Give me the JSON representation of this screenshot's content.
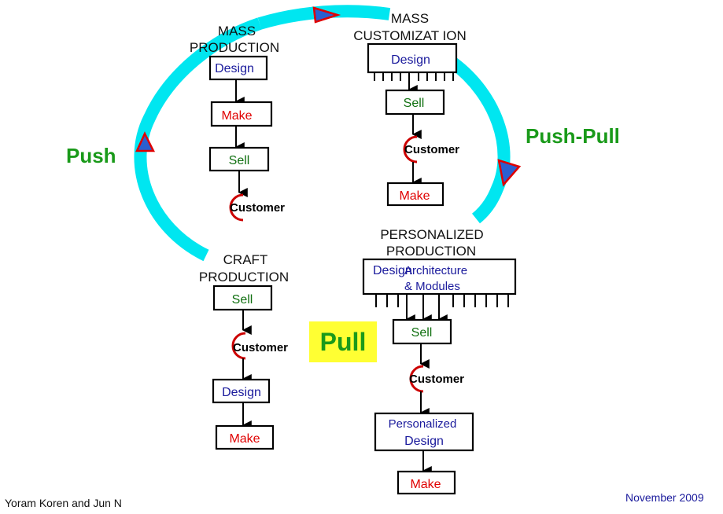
{
  "colors": {
    "blue_text": "#1a1a9c",
    "red_text": "#e00000",
    "green_text": "#107010",
    "cycle_green": "#1a9a1a",
    "ring": "#00e6f0",
    "pull_bg": "#ffff33",
    "customer_arc": "#cc0000"
  },
  "cycle": {
    "push": "Push",
    "push_pull": "Push-Pull",
    "pull": "Pull"
  },
  "mass_production": {
    "title_line1": "MASS",
    "title_line2": "PRODUCTION",
    "steps": [
      "Design",
      "Make",
      "Sell"
    ],
    "customer": "Customer"
  },
  "mass_customization": {
    "title_line1": "MASS",
    "title_line2": "CUSTOMIZAT  ION",
    "design": "Design",
    "sell": "Sell",
    "customer": "Customer",
    "make": "Make"
  },
  "craft_production": {
    "title_line1": "CRAFT",
    "title_line2": "PRODUCTION",
    "sell": "Sell",
    "customer": "Customer",
    "design": "Design",
    "make": "Make"
  },
  "personalized_production": {
    "title_line1": "PERSONALIZED",
    "title_line2": "PRODUCTION",
    "design": "Design",
    "architecture": "Architecture",
    "modules": "& Modules",
    "sell": "Sell",
    "customer": "Customer",
    "personalized_line1": "Personalized",
    "personalized_line2": "Design",
    "make": "Make"
  },
  "footer": {
    "authors": "Yoram Koren and Jun N",
    "date": "November 2009"
  }
}
